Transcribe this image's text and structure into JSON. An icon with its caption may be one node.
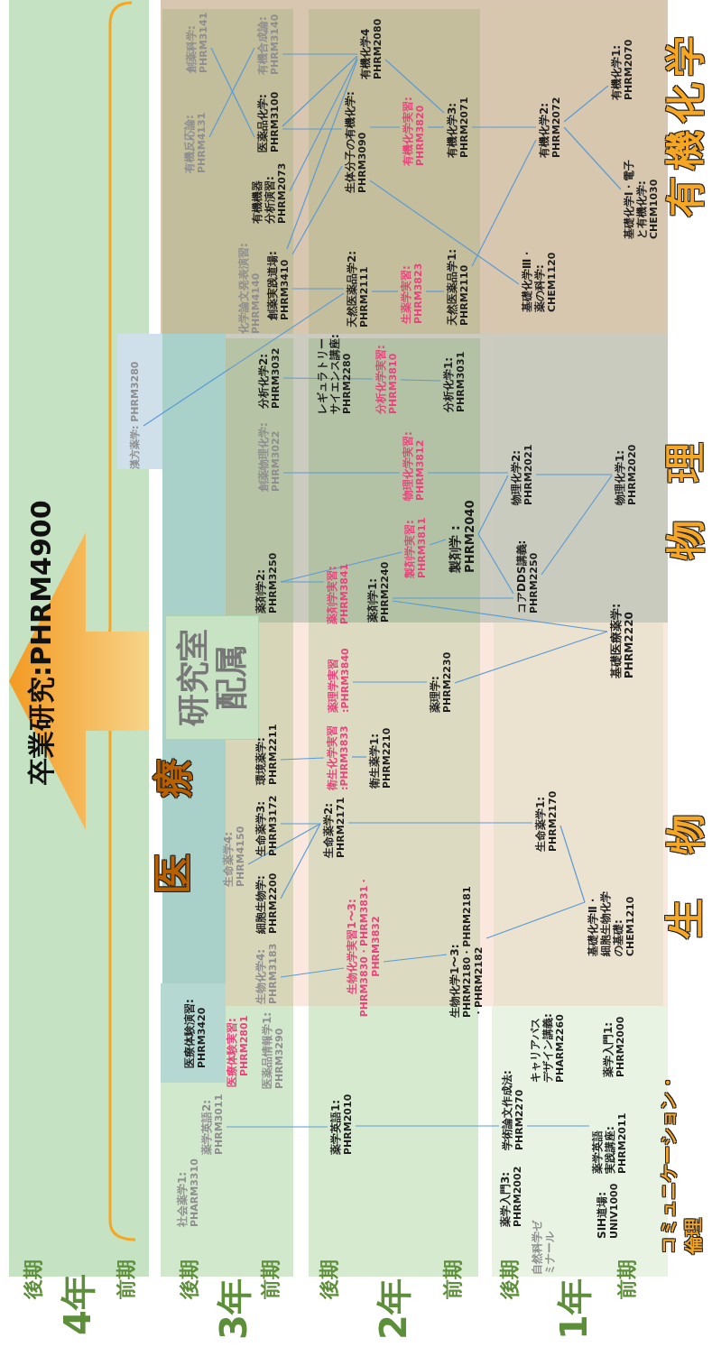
{
  "diagram": {
    "nodes": [
      {
        "text": [
          "卒業研究:PHRM4900"
        ]
      },
      {
        "text": [
          "研究室配属"
        ]
      },
      {
        "text": [
          "漢方薬学: PHRM3280"
        ]
      },
      {
        "text": [
          "創薬科学:",
          "PHRM3141"
        ]
      },
      {
        "text": [
          "有機反応論:",
          "PHRM4131"
        ]
      },
      {
        "text": [
          "有機合成論:",
          "PHRM3140"
        ]
      },
      {
        "text": [
          "医薬品化学:",
          "PHRM3100"
        ]
      },
      {
        "text": [
          "有機機器分析演習:",
          "PHRM2073"
        ]
      },
      {
        "text": [
          "創薬実践道場:",
          "PHRM3410"
        ]
      },
      {
        "text": [
          "分析化学2:",
          "PHRM3032"
        ]
      },
      {
        "text": [
          "創薬物理化学:",
          "PHRM3022"
        ]
      },
      {
        "text": [
          "薬剤学2:",
          "PHRM3250"
        ]
      },
      {
        "text": [
          "環境薬学:",
          "PHRM2211"
        ]
      },
      {
        "text": [
          "生命薬学4:",
          "PHRM4150"
        ]
      },
      {
        "text": [
          "生命薬学3:",
          "PHRM3172"
        ]
      },
      {
        "text": [
          "細胞生物学:",
          "PHRM2200"
        ]
      },
      {
        "text": [
          "生物化学4:",
          "PHRM3183"
        ]
      },
      {
        "text": [
          "薬学英語2:",
          "PHRM3011"
        ]
      },
      {
        "text": [
          "生体分子の有機化学:",
          "PHRM3090"
        ]
      },
      {
        "text": [
          "有機化学4",
          "PHRM2080"
        ]
      },
      {
        "text": [
          "天然医薬品学2:",
          "PHRM2111"
        ]
      },
      {
        "text": [
          "有機化学実習:",
          "PHRM3820"
        ]
      },
      {
        "text": [
          "生薬学実習:",
          "PHRM3823"
        ]
      },
      {
        "text": [
          "分析化学実習:",
          "PHRM3810"
        ]
      },
      {
        "text": [
          "物理化学実習:",
          "PHRM3812"
        ]
      },
      {
        "text": [
          "製剤学実習:",
          "PHRM3811"
        ]
      },
      {
        "text": [
          "薬剤学実習:",
          "PHRM3841"
        ]
      },
      {
        "text": [
          "薬剤学1:",
          "PHRM2240"
        ]
      },
      {
        "text": [
          "薬理学実習",
          ":PHRM3840"
        ]
      },
      {
        "text": [
          "衛生化学実習",
          ":PHRM3833"
        ]
      },
      {
        "text": [
          "衛生薬学1:",
          "PHRM2210"
        ]
      },
      {
        "text": [
          "生命薬学2:",
          "PHRM2171"
        ]
      },
      {
        "text": [
          "生物化学実習1〜3:",
          "PHRM3830・PHRM3831・PHRM3832"
        ]
      },
      {
        "text": [
          "薬学英語1:",
          "PHRM2010"
        ]
      },
      {
        "text": [
          "有機化学3:",
          "PHRM2071"
        ]
      },
      {
        "text": [
          "天然医薬品学1:",
          "PHRM2110"
        ]
      },
      {
        "text": [
          "分析化学1:",
          "PHRM3031"
        ]
      },
      {
        "text": [
          "製剤学 :",
          "PHRM2040"
        ]
      },
      {
        "text": [
          "薬理学:",
          "PHRM2230"
        ]
      },
      {
        "text": [
          "生物化学1〜3:",
          "PHRM2180・PHRM2181 ・PHRM2182"
        ]
      },
      {
        "text": [
          "学術論文作成法:",
          "PHRM2270"
        ]
      },
      {
        "text": [
          "有機化学2:",
          "PHRM2072"
        ]
      },
      {
        "text": [
          "基礎化学Ⅲ・薬の科学:",
          "CHEM1120"
        ]
      },
      {
        "text": [
          "物理化学2:",
          "PHRM2021"
        ]
      },
      {
        "text": [
          "コアDDS講義:",
          "PHRM2250"
        ]
      },
      {
        "text": [
          "生命薬学1:",
          "PHRM2170"
        ]
      },
      {
        "text": [
          "薬学英語実践講座:",
          "PHRM2011"
        ]
      },
      {
        "text": [
          "有機化学1:",
          "PHRM2070"
        ]
      },
      {
        "text": [
          "基礎化学Ⅰ・電子と有機化学:",
          "CHEM1030"
        ]
      },
      {
        "text": [
          "物理化学1:",
          "PHRM2020"
        ]
      },
      {
        "text": [
          "基礎医療薬学:",
          "PHRM2220"
        ]
      },
      {
        "text": [
          "基礎化学Ⅱ・細胞生物化学の基礎:",
          "CHEM1210"
        ]
      }
    ],
    "edges": [
      {
        "from": 3,
        "to": 6,
        "arrow": "none"
      },
      {
        "from": 5,
        "to": 4,
        "arrow": "none"
      },
      {
        "from": 5,
        "to": 19,
        "arrow": "none"
      },
      {
        "from": 6,
        "to": 19,
        "arrow": "none"
      },
      {
        "from": 6,
        "to": 18,
        "arrow": "none"
      },
      {
        "from": 7,
        "to": 19,
        "arrow": "none"
      },
      {
        "from": 8,
        "to": 19,
        "arrow": "none"
      },
      {
        "from": 8,
        "to": 18,
        "arrow": "none"
      },
      {
        "from": 8,
        "to": 20,
        "arrow": "none"
      },
      {
        "from": 20,
        "to": 2,
        "arrow": "none"
      },
      {
        "from": 18,
        "to": 21,
        "arrow": "none"
      },
      {
        "from": 21,
        "to": 34,
        "arrow": "none"
      },
      {
        "from": 19,
        "to": 34,
        "arrow": "none"
      },
      {
        "from": 34,
        "to": 41,
        "arrow": "none"
      },
      {
        "from": 41,
        "to": 47,
        "arrow": "none"
      },
      {
        "from": 41,
        "to": 48,
        "arrow": "none"
      },
      {
        "from": 18,
        "to": 42,
        "arrow": "none"
      },
      {
        "from": 41,
        "to": 35,
        "arrow": "none"
      },
      {
        "from": 20,
        "to": 22,
        "arrow": "none"
      },
      {
        "from": 22,
        "to": 35,
        "arrow": "none"
      },
      {
        "from": 9,
        "to": 23,
        "arrow": "none"
      },
      {
        "from": 23,
        "to": 36,
        "arrow": "none"
      },
      {
        "from": 10,
        "to": 24,
        "arrow": "none"
      },
      {
        "from": 24,
        "to": 43,
        "arrow": "none"
      },
      {
        "from": 43,
        "to": 49,
        "arrow": "none"
      },
      {
        "from": 49,
        "to": 44,
        "arrow": "none"
      },
      {
        "from": 43,
        "to": 37,
        "arrow": "none"
      },
      {
        "from": 37,
        "to": 44,
        "arrow": "none"
      },
      {
        "from": 11,
        "to": 25,
        "arrow": "none"
      },
      {
        "from": 25,
        "to": 37,
        "arrow": "none"
      },
      {
        "from": 11,
        "to": 26,
        "arrow": "none"
      },
      {
        "from": 27,
        "to": 44,
        "arrow": "none"
      },
      {
        "from": 27,
        "to": 50,
        "arrow": "none"
      },
      {
        "from": 38,
        "to": 50,
        "arrow": "none"
      },
      {
        "from": 28,
        "to": 38,
        "arrow": "none"
      },
      {
        "from": 12,
        "to": 29,
        "arrow": "none"
      },
      {
        "from": 29,
        "to": 30,
        "arrow": "none"
      },
      {
        "from": 13,
        "to": 31,
        "arrow": "none"
      },
      {
        "from": 14,
        "to": 31,
        "arrow": "none"
      },
      {
        "from": 15,
        "to": 31,
        "arrow": "none"
      },
      {
        "from": 31,
        "to": 45,
        "arrow": "none"
      },
      {
        "from": 45,
        "to": 51,
        "arrow": "none"
      },
      {
        "from": 51,
        "to": 39,
        "arrow": "none"
      },
      {
        "from": 16,
        "to": 32,
        "arrow": "none"
      },
      {
        "from": 32,
        "to": 39,
        "arrow": "none"
      },
      {
        "from": 17,
        "to": 33,
        "arrow": "none"
      },
      {
        "from": 33,
        "to": 40,
        "arrow": "none"
      },
      {
        "from": 40,
        "to": 46,
        "arrow": "none"
      }
    ],
    "labels": [
      "後期",
      "4年",
      "前期",
      "後期",
      "3年",
      "前期",
      "後期",
      "2年",
      "前期",
      "後期",
      "1年",
      "前期",
      "医療",
      "有機化学",
      "物理",
      "生物",
      "コミュニケーション・倫理",
      "化学論文発表演習:",
      "PHRM4140",
      "レギュラトリーサイエンス講座:",
      "PHRM2280",
      "医療体験演習:",
      "PHRM3420",
      "医療体験実習:",
      "PHRM2801",
      "医薬品情報学1:",
      "PHRM3290",
      "社会薬学1:",
      "PHARM3310",
      "キャリアパスデザイン講義:",
      "PHARM2260",
      "薬学入門1:",
      "PHRM2000",
      "薬学入門3:",
      "PHRM2002",
      "SIH道場:",
      "UNIV1000",
      "自然科学ゼミナール"
    ]
  }
}
